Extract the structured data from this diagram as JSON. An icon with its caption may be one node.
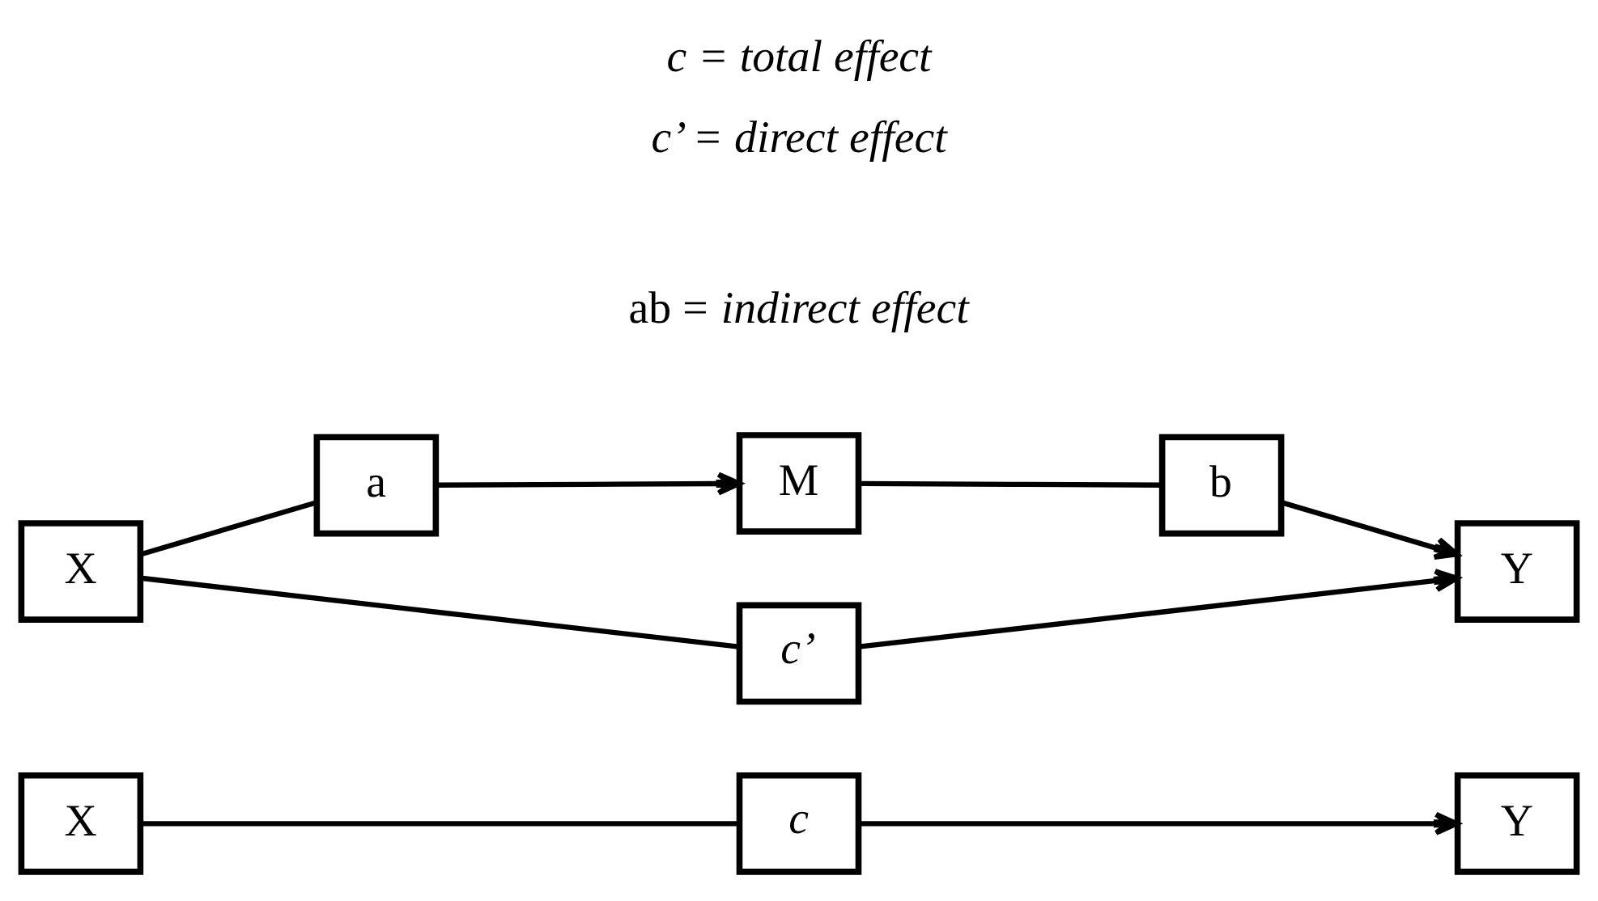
{
  "diagram": {
    "title": "c = total effect",
    "nodes": [
      {
        "text": [
          "X"
        ]
      },
      {
        "text": [
          "c"
        ]
      },
      {
        "text": [
          "Y"
        ]
      },
      {
        "text": [
          "M"
        ]
      },
      {
        "text": [
          "a"
        ]
      },
      {
        "text": [
          "b"
        ]
      },
      {
        "text": [
          "X"
        ]
      },
      {
        "text": [
          "c’"
        ]
      },
      {
        "text": [
          "Y"
        ]
      }
    ],
    "edges": [
      {
        "from": 0,
        "to": 1,
        "arrow": "none"
      },
      {
        "from": 1,
        "to": 2,
        "arrow": "to"
      },
      {
        "from": 6,
        "to": 4,
        "arrow": "none"
      },
      {
        "from": 4,
        "to": 3,
        "arrow": "to"
      },
      {
        "from": 3,
        "to": 5,
        "arrow": "none"
      },
      {
        "from": 5,
        "to": 8,
        "arrow": "to"
      },
      {
        "from": 6,
        "to": 7,
        "arrow": "none"
      },
      {
        "from": 7,
        "to": 8,
        "arrow": "to"
      }
    ],
    "labels": [
      "ab = *indirect effect*",
      "*c’ = direct effect*"
    ]
  }
}
